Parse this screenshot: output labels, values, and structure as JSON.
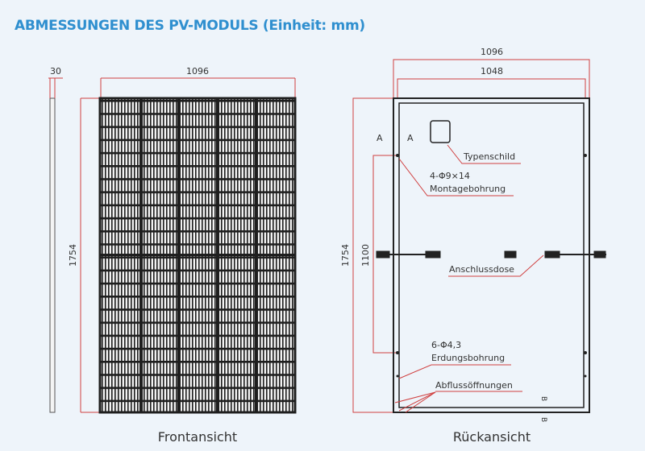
{
  "title": "ABMESSUNGEN DES PV-MODULS (Einheit: mm)",
  "front": {
    "thickness": "30",
    "width": "1096",
    "height": "1754",
    "caption": "Frontansicht"
  },
  "back": {
    "width_outer": "1096",
    "width_inner": "1048",
    "height": "1754",
    "mount_distance": "1100",
    "section_a_left": "A",
    "section_a_right": "A",
    "section_b": "B",
    "nameplate": "Typenschild",
    "mount_holes_spec": "4-Φ9×14",
    "mount_holes": "Montagebohrung",
    "junction_box": "Anschlussdose",
    "ground_holes_spec": "6-Φ4,3",
    "ground_holes": "Erdungsbohrung",
    "drain_holes": "Abflussöffnungen",
    "caption": "Rückansicht"
  },
  "colors": {
    "accent": "#2f8fcf",
    "dimension": "#d04040",
    "line": "#222222"
  }
}
